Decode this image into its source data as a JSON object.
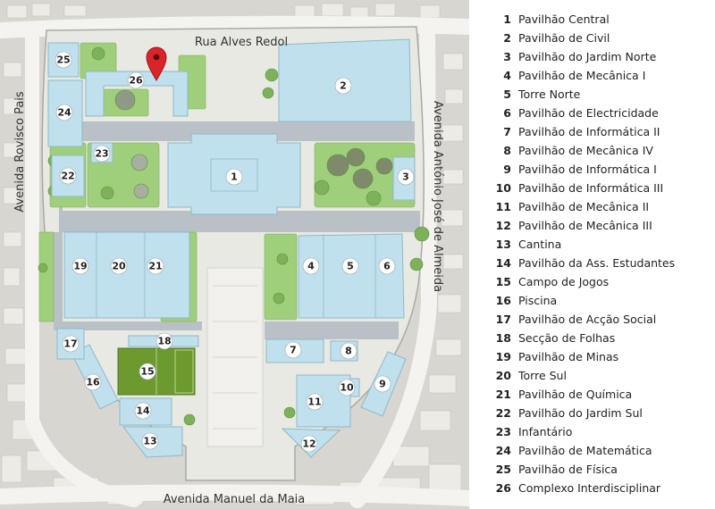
{
  "map": {
    "streets": {
      "north": "Rua Alves Redol",
      "south": "Avenida Manuel da Maia",
      "west": "Avenida Rovisco Pais",
      "east": "Avenida António José de Almeida"
    },
    "colors": {
      "building": "#bfe0ec",
      "building_edge": "#8fb8c8",
      "campus": "#e9e9e3",
      "paved": "#b9c0c6",
      "surroundings": "#d8d6d0",
      "green": "#9fcf7a",
      "field": "#6d9a2e",
      "marker": "#d9242a"
    },
    "marker_icon": "map-pin-icon",
    "buildings": [
      {
        "num": "1",
        "name": "Pavilhão Central"
      },
      {
        "num": "2",
        "name": "Pavilhão de Civil"
      },
      {
        "num": "3",
        "name": "Pavilhão do Jardim Norte"
      },
      {
        "num": "4",
        "name": "Pavilhão de Mecânica I"
      },
      {
        "num": "5",
        "name": "Torre Norte"
      },
      {
        "num": "6",
        "name": "Pavilhão de Electricidade"
      },
      {
        "num": "7",
        "name": "Pavilhão de Informática II"
      },
      {
        "num": "8",
        "name": "Pavilhão de Mecânica IV"
      },
      {
        "num": "9",
        "name": "Pavilhão de Informática I"
      },
      {
        "num": "10",
        "name": "Pavilhão de Informática III"
      },
      {
        "num": "11",
        "name": "Pavilhão de Mecânica II"
      },
      {
        "num": "12",
        "name": "Pavilhão de Mecânica III"
      },
      {
        "num": "13",
        "name": "Cantina"
      },
      {
        "num": "14",
        "name": "Pavilhão da Ass. Estudantes"
      },
      {
        "num": "15",
        "name": "Campo de Jogos"
      },
      {
        "num": "16",
        "name": "Piscina"
      },
      {
        "num": "17",
        "name": "Pavilhão de Acção Social"
      },
      {
        "num": "18",
        "name": "Secção de Folhas"
      },
      {
        "num": "19",
        "name": "Pavilhão de Minas"
      },
      {
        "num": "20",
        "name": "Torre Sul"
      },
      {
        "num": "21",
        "name": "Pavilhão de Química"
      },
      {
        "num": "22",
        "name": "Pavilhão do Jardim Sul"
      },
      {
        "num": "23",
        "name": "Infantário"
      },
      {
        "num": "24",
        "name": "Pavilhão de Matemática"
      },
      {
        "num": "25",
        "name": "Pavilhão de Física"
      },
      {
        "num": "26",
        "name": "Complexo Interdisciplinar"
      }
    ]
  }
}
